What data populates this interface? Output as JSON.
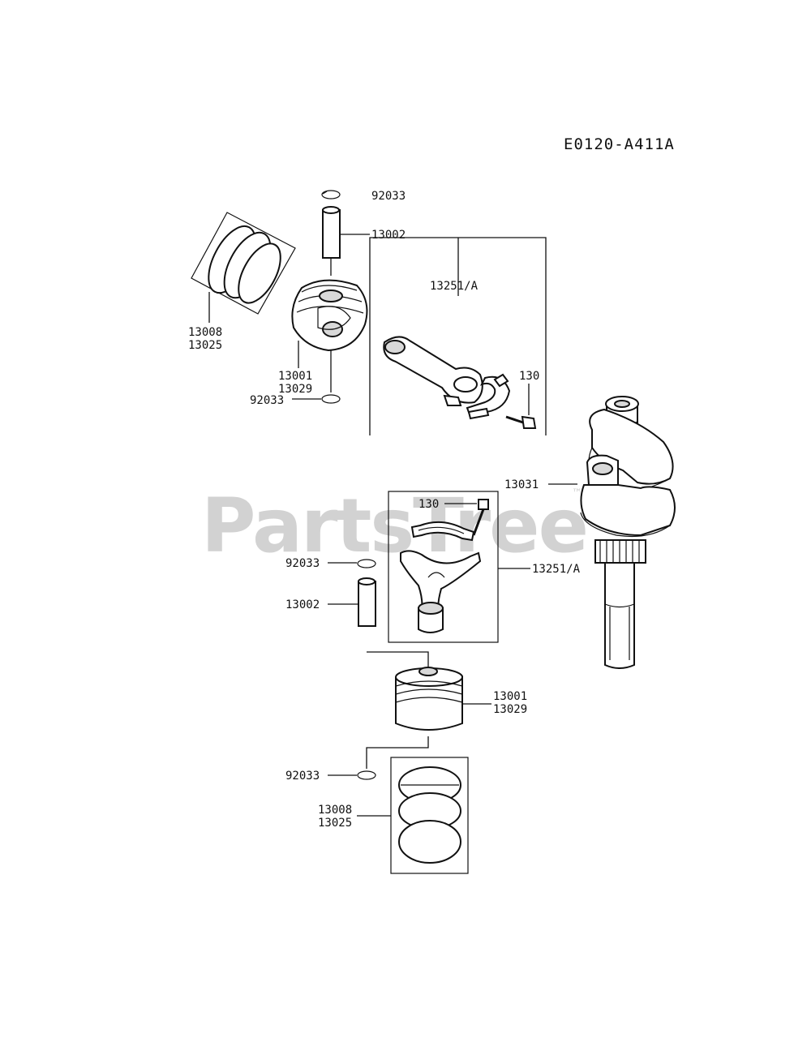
{
  "diagram": {
    "code": "E0120-A411A",
    "watermark": "PartsTree",
    "watermark_mark": "™",
    "labels": {
      "top_clip": "92033",
      "top_pin": "13002",
      "top_rings_a": "13008",
      "top_rings_b": "13025",
      "top_piston_a": "13001",
      "top_piston_b": "13029",
      "top_clip_lower": "92033",
      "top_rod": "13251/A",
      "top_bolt": "130",
      "crankshaft": "13031",
      "bottom_bolt": "130",
      "bottom_rod": "13251/A",
      "bottom_clip": "92033",
      "bottom_pin": "13002",
      "bottom_piston_a": "13001",
      "bottom_piston_b": "13029",
      "bottom_clip_lower": "92033",
      "bottom_rings_a": "13008",
      "bottom_rings_b": "13025"
    }
  }
}
